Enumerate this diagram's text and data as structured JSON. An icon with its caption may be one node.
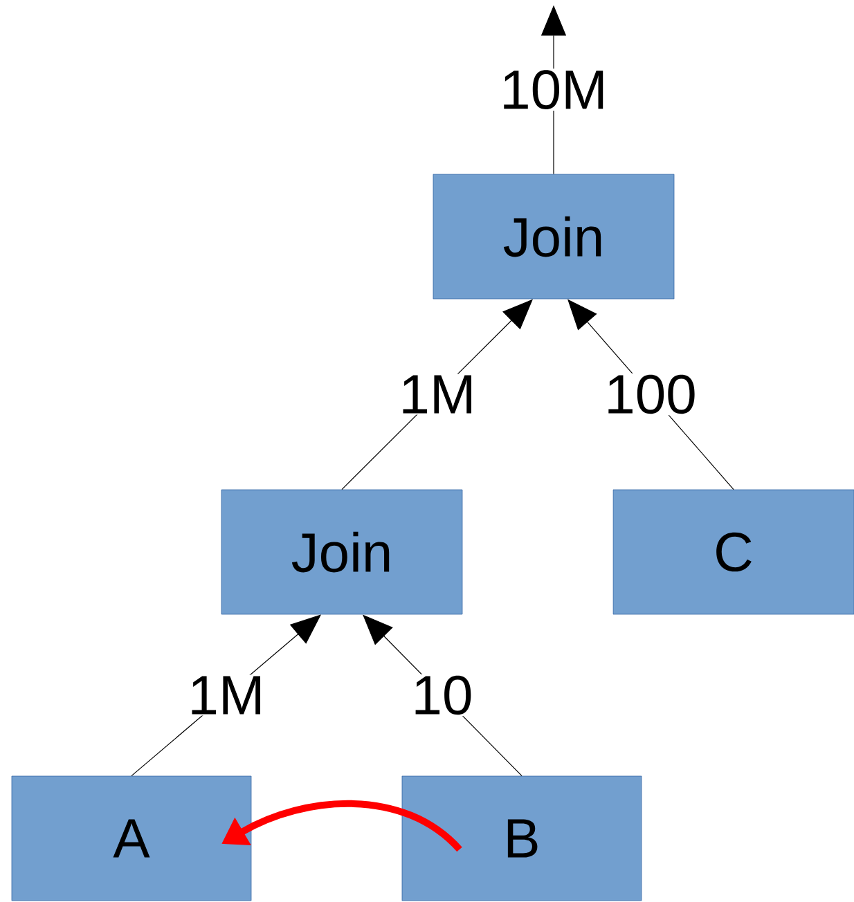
{
  "diagram": {
    "nodes": [
      {
        "text": [
          "Join"
        ]
      },
      {
        "text": [
          "Join"
        ]
      },
      {
        "text": [
          "C"
        ]
      },
      {
        "text": [
          "A"
        ]
      },
      {
        "text": [
          "B"
        ]
      }
    ],
    "edges": [
      {
        "from": 0,
        "to": null,
        "arrow": "to",
        "label": "10M"
      },
      {
        "from": 1,
        "to": 0,
        "arrow": "to",
        "label": "1M"
      },
      {
        "from": 2,
        "to": 0,
        "arrow": "to",
        "label": "100"
      },
      {
        "from": 3,
        "to": 1,
        "arrow": "to",
        "label": "1M"
      },
      {
        "from": 4,
        "to": 1,
        "arrow": "to",
        "label": "10"
      },
      {
        "from": 4,
        "to": 3,
        "arrow": "to",
        "style": "thick",
        "color": "#ff0000"
      }
    ]
  }
}
